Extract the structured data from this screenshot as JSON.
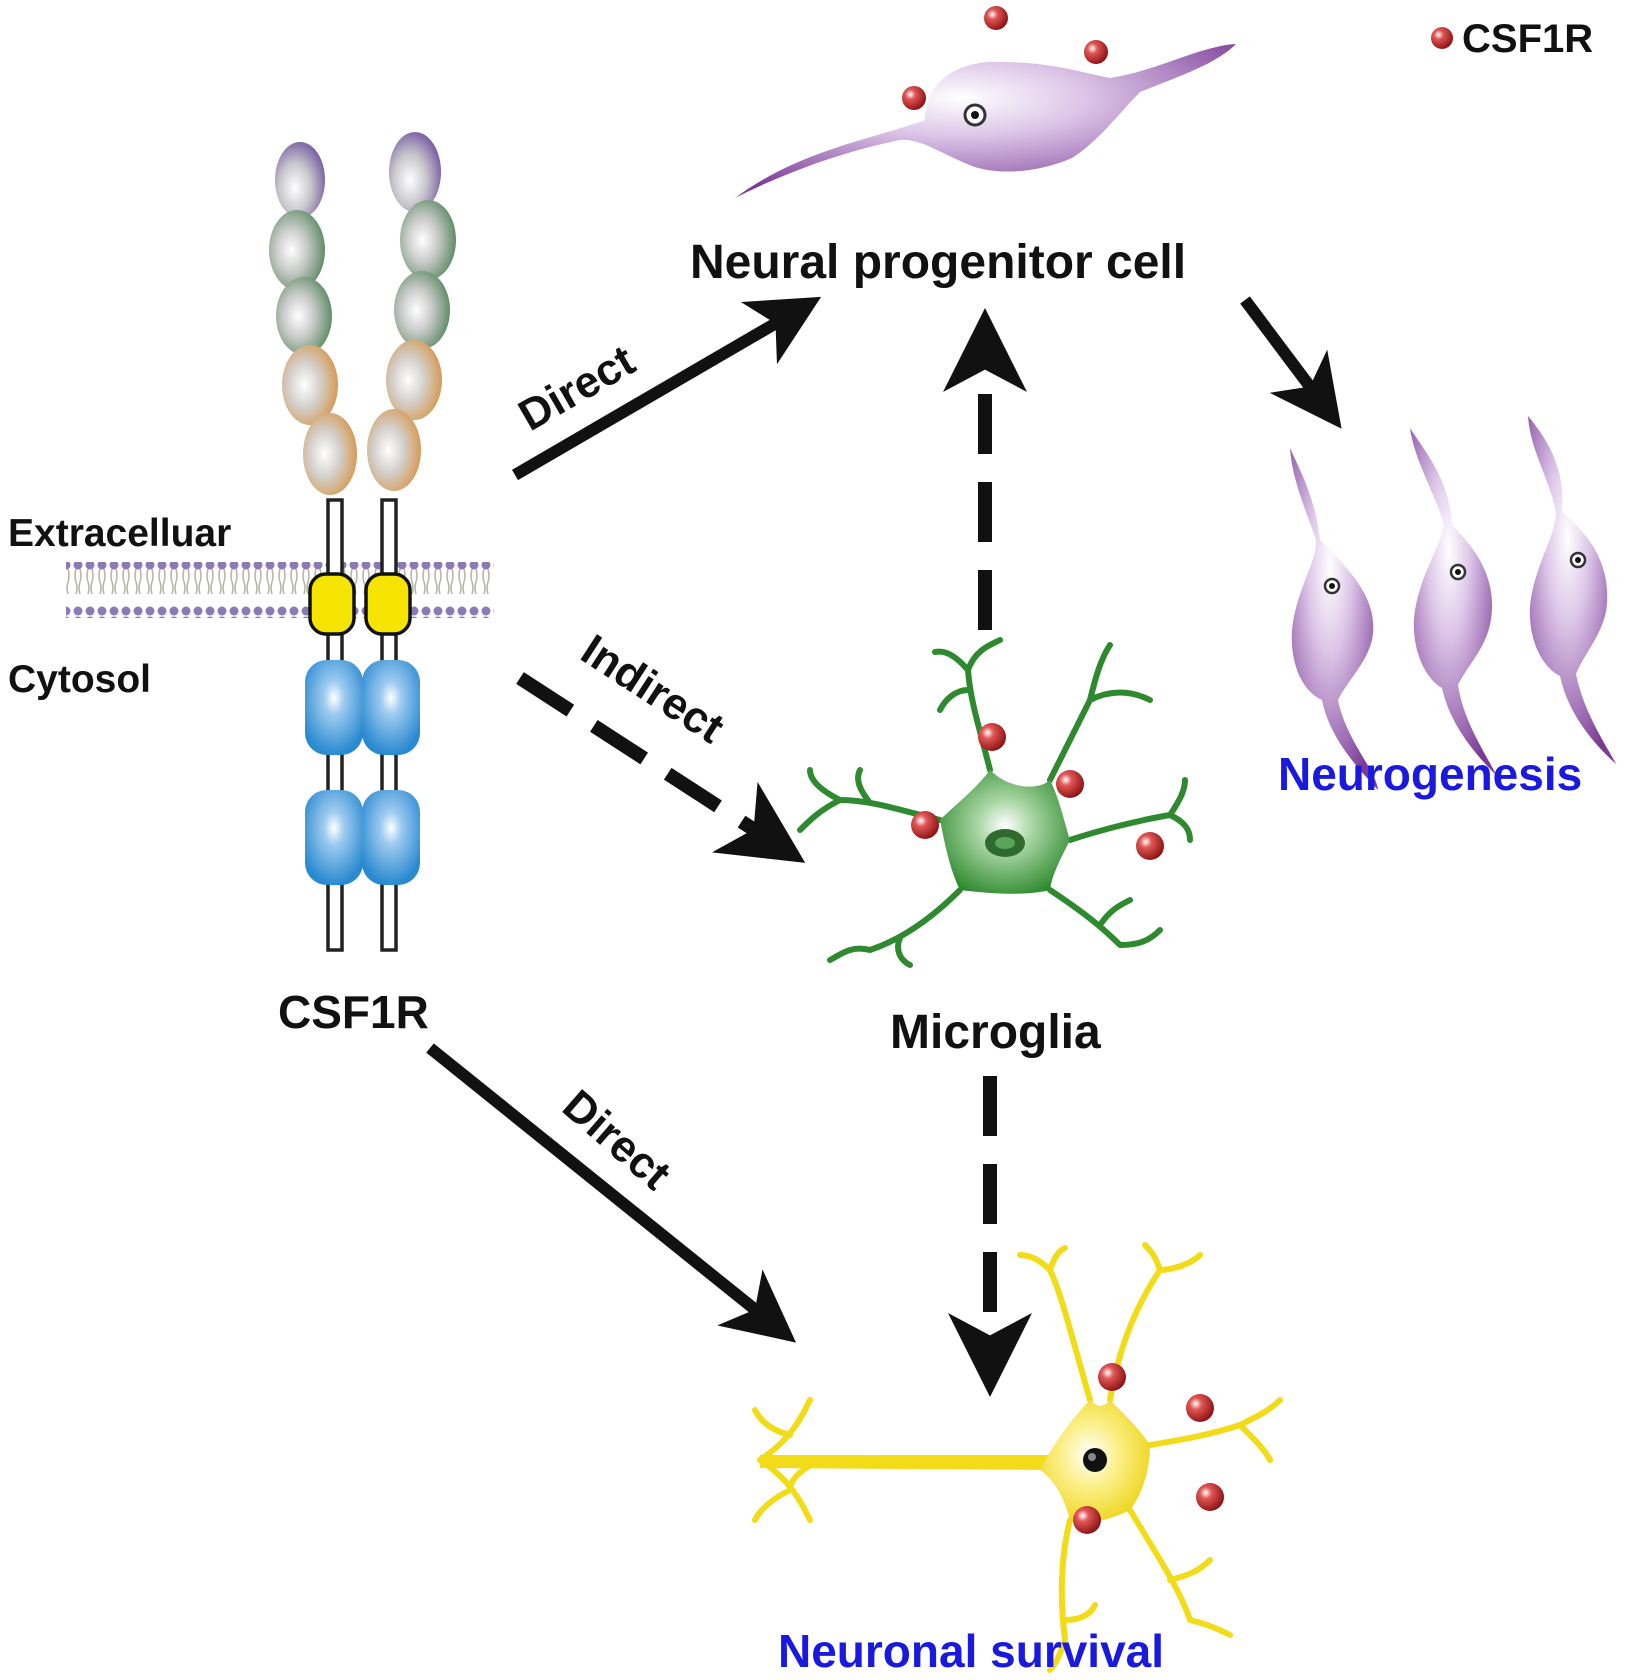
{
  "legend": {
    "label": "CSF1R"
  },
  "labels": {
    "extracellular": "Extracelluar",
    "cytosol": "Cytosol",
    "receptor": "CSF1R",
    "progenitor": "Neural progenitor cell",
    "microglia": "Microglia",
    "neurogenesis": "Neurogenesis",
    "survival": "Neuronal survival"
  },
  "arrows": {
    "direct_top": "Direct",
    "indirect": "Indirect",
    "direct_bottom": "Direct"
  },
  "colors": {
    "receptor_dot": "#a01818",
    "progenitor": "#7a3a96",
    "microglia": "#2f8a2f",
    "neuron": "#f2dc1a",
    "outcome_text": "#1a1adf",
    "domain_top": "#6a4a9a",
    "domain_green": "#3f7a4a",
    "domain_orange": "#d68a30",
    "tm_yellow": "#f5e400",
    "kinase_blue": "#2a8ad0",
    "membrane": "#8a7ab8"
  }
}
